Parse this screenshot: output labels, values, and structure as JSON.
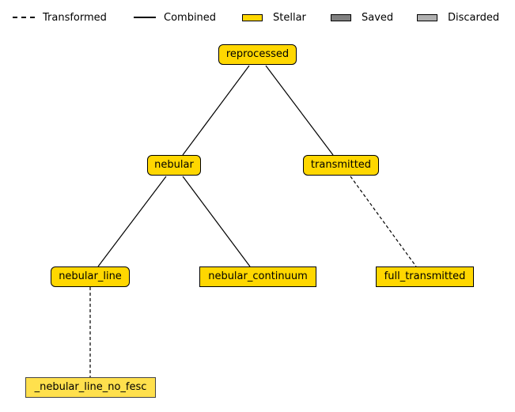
{
  "legend": {
    "transformed": "Transformed",
    "combined": "Combined",
    "stellar": "Stellar",
    "saved": "Saved",
    "discarded": "Discarded"
  },
  "colors": {
    "stellar": "#ffd700",
    "saved": "#808080",
    "discarded": "#b0b0b0",
    "faded_stellar": "#ffe04d",
    "faded_border": "#444444",
    "edge": "#000000"
  },
  "nodes": {
    "reprocessed": "reprocessed",
    "nebular": "nebular",
    "transmitted": "transmitted",
    "nebular_line": "nebular_line",
    "nebular_continuum": "nebular_continuum",
    "full_transmitted": "full_transmitted",
    "nebular_line_no_fesc": "_nebular_line_no_fesc"
  },
  "edges": [
    {
      "from": "reprocessed",
      "to": "nebular",
      "style": "solid"
    },
    {
      "from": "reprocessed",
      "to": "transmitted",
      "style": "solid"
    },
    {
      "from": "nebular",
      "to": "nebular_line",
      "style": "solid"
    },
    {
      "from": "nebular",
      "to": "nebular_continuum",
      "style": "solid"
    },
    {
      "from": "transmitted",
      "to": "full_transmitted",
      "style": "dashed"
    },
    {
      "from": "nebular_line",
      "to": "nebular_line_no_fesc",
      "style": "dashed"
    }
  ]
}
